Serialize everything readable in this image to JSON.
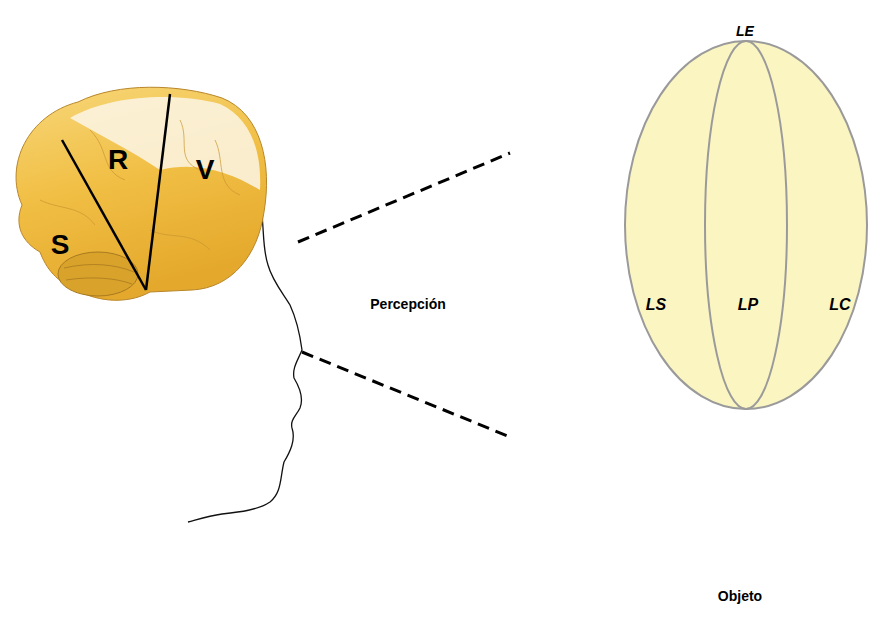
{
  "diagram": {
    "nodes": [
      {
        "text": [
          "LS",
          "LC"
        ]
      },
      {
        "text": [
          "LP"
        ],
        "in": 0
      }
    ],
    "labels": [
      "LE",
      "S",
      "R",
      "V",
      "Percepción",
      "Objeto"
    ]
  }
}
